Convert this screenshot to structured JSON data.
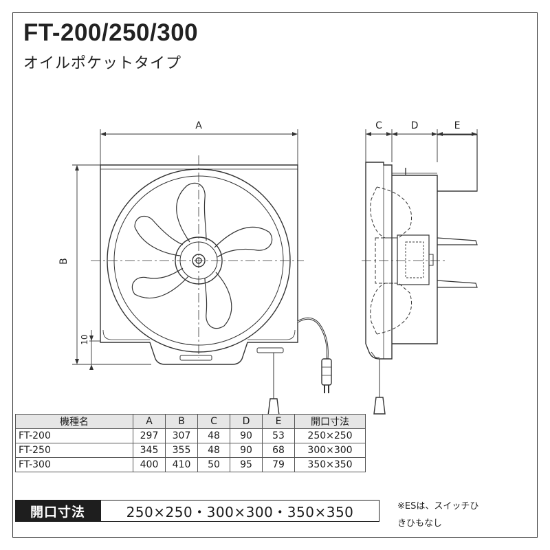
{
  "header": {
    "title": "FT-200/250/300",
    "subtitle": "オイルポケットタイプ"
  },
  "dimension_labels": {
    "a": "A",
    "b": "B",
    "c": "C",
    "d": "D",
    "e": "E",
    "ten": "10"
  },
  "table": {
    "headers": [
      "機種名",
      "A",
      "B",
      "C",
      "D",
      "E",
      "開口寸法"
    ],
    "rows": [
      {
        "model": "FT-200",
        "a": "297",
        "b": "307",
        "c": "48",
        "d": "90",
        "e": "53",
        "opening": "250×250"
      },
      {
        "model": "FT-250",
        "a": "345",
        "b": "355",
        "c": "48",
        "d": "90",
        "e": "68",
        "opening": "300×300"
      },
      {
        "model": "FT-300",
        "a": "400",
        "b": "410",
        "c": "50",
        "d": "95",
        "e": "79",
        "opening": "350×350"
      }
    ]
  },
  "footer": {
    "label": "開口寸法",
    "value": "250×250・300×300・350×350"
  },
  "note": {
    "line1": "※ESは、スイッチひ",
    "line2": "きひもなし"
  }
}
